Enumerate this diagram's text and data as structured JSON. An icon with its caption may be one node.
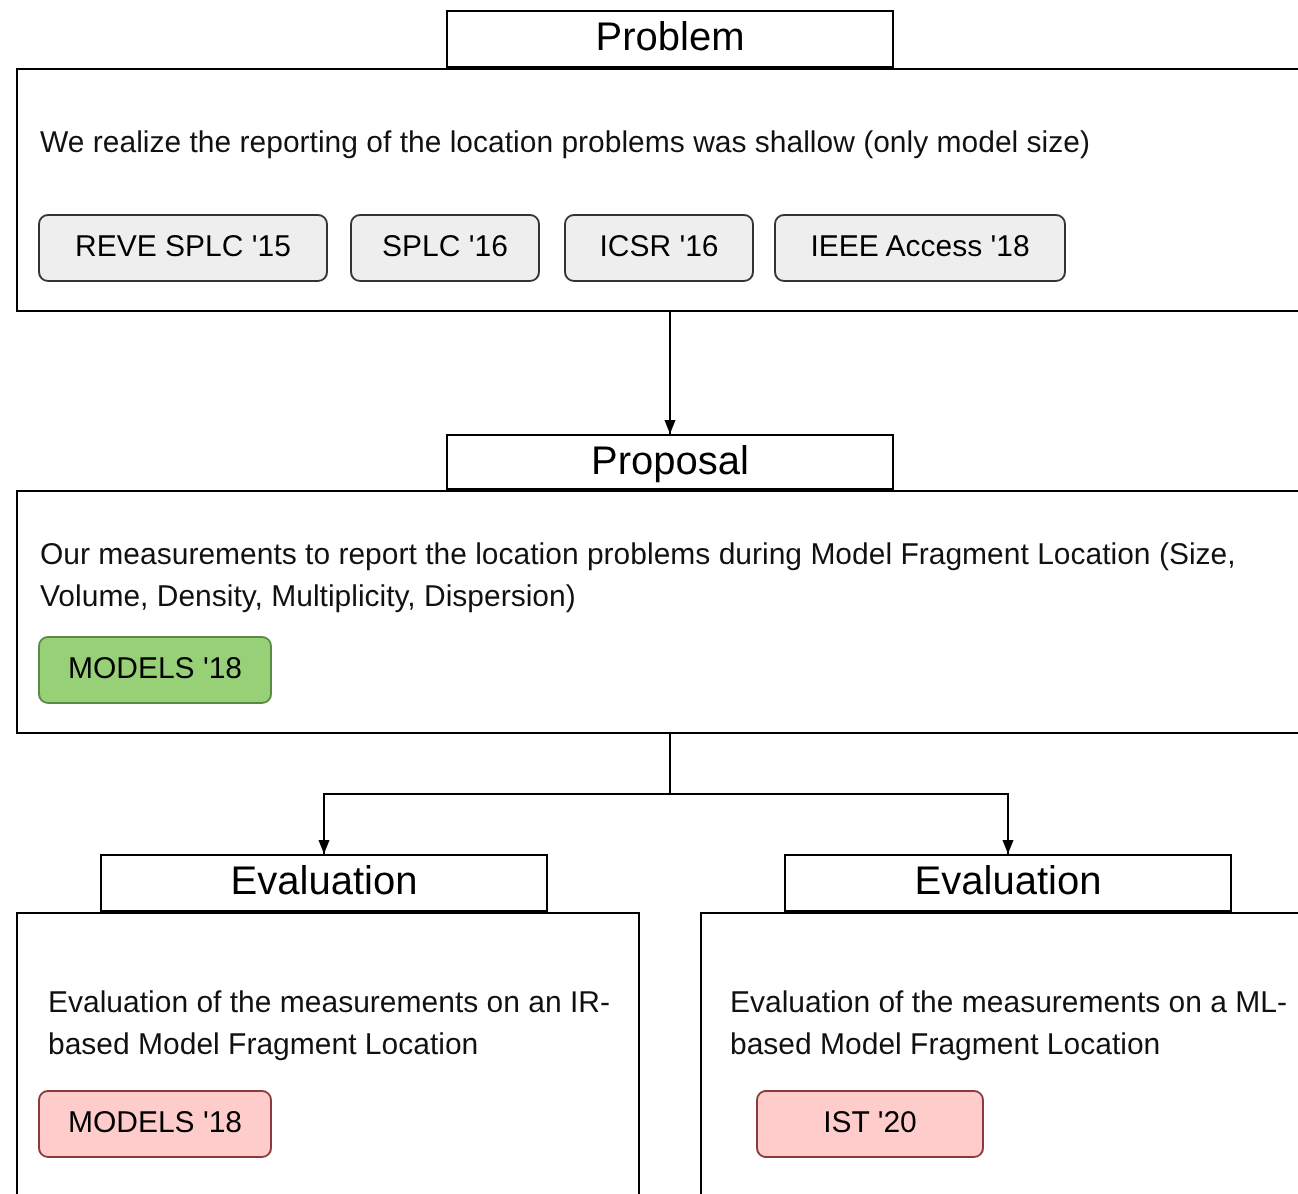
{
  "diagram": {
    "nodes": [
      {
        "text": [
          "Problem",
          "We realize the reporting of the location problems was shallow (only model size)"
        ]
      },
      {
        "text": [
          "REVE SPLC '15"
        ],
        "in": 0
      },
      {
        "text": [
          "SPLC '16"
        ],
        "in": 0
      },
      {
        "text": [
          "ICSR '16"
        ],
        "in": 0
      },
      {
        "text": [
          "IEEE Access '18"
        ],
        "in": 0
      },
      {
        "text": [
          "Proposal",
          "Our measurements to report the location problems during Model Fragment Location (Size, Volume, Density, Multiplicity, Dispersion)"
        ]
      },
      {
        "text": [
          "MODELS '18"
        ],
        "in": 5
      },
      {
        "text": [
          "Evaluation",
          "Evaluation of the measurements on an IR-based Model Fragment Location"
        ]
      },
      {
        "text": [
          "MODELS '18"
        ],
        "in": 7
      },
      {
        "text": [
          "Evaluation",
          "Evaluation of the measurements on a ML-based Model Fragment Location"
        ]
      },
      {
        "text": [
          "IST '20"
        ],
        "in": 9
      }
    ],
    "edges": [
      {
        "from": 0,
        "to": 5,
        "arrow": "to"
      },
      {
        "from": 5,
        "to": 7,
        "arrow": "to"
      },
      {
        "from": 5,
        "to": 9,
        "arrow": "to"
      }
    ]
  }
}
